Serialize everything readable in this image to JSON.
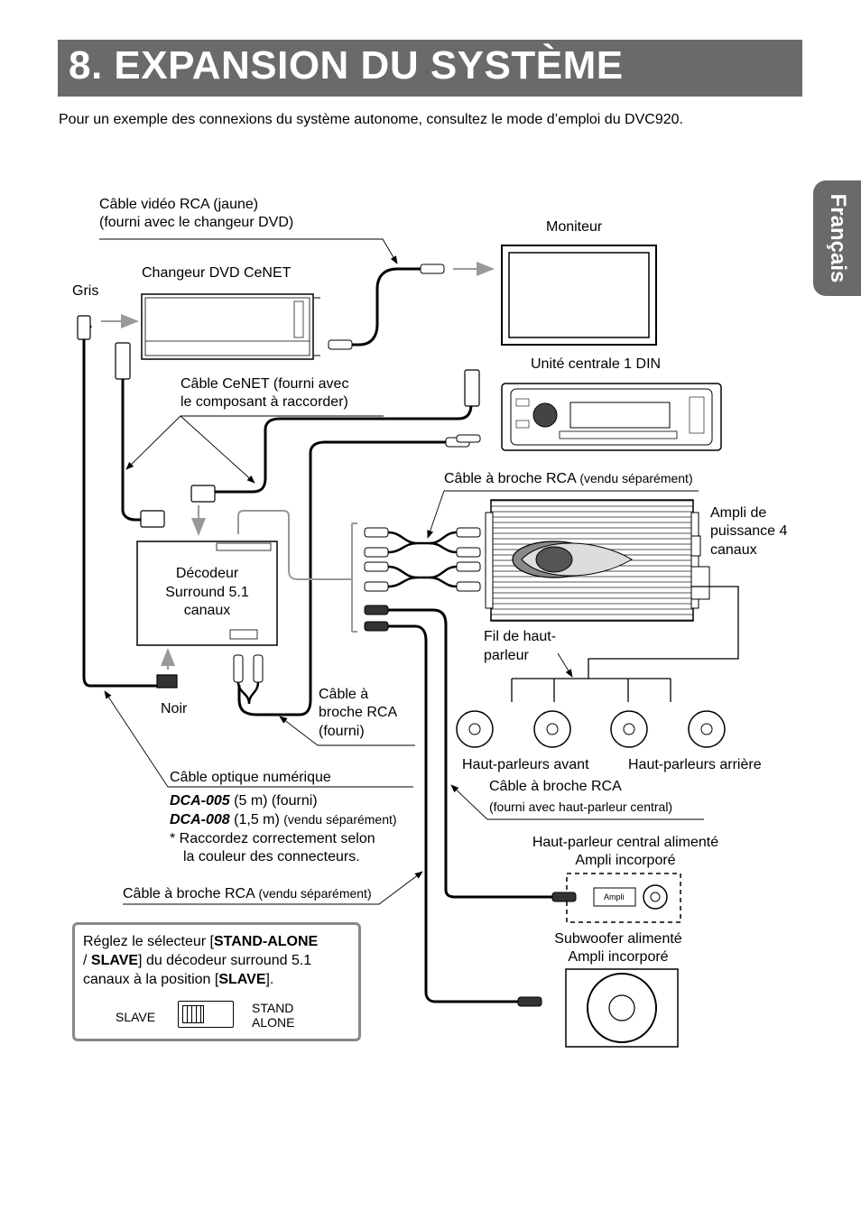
{
  "header": {
    "title": "8. EXPANSION DU SYSTÈME",
    "language_tab": "Français",
    "intro": "Pour un exemple des connexions du système autonome, consultez le mode d’emploi du DVC920."
  },
  "labels": {
    "video_cable_1": "Câble vidéo RCA (jaune)",
    "video_cable_2": "(fourni avec le changeur DVD)",
    "monitor": "Moniteur",
    "dvd_changer": "Changeur DVD CeNET",
    "gris": "Gris",
    "head_unit": "Unité centrale 1 DIN",
    "cenet_cable_1": "Câble CeNET (fourni avec",
    "cenet_cable_2": "le composant à raccorder)",
    "rca_pin_sep": "Câble à broche RCA",
    "vendu_separement": "(vendu séparément)",
    "amp_1": "Ampli de",
    "amp_2": "puissance 4",
    "amp_3": "canaux",
    "decoder_1": "Décodeur",
    "decoder_2": "Surround 5.1",
    "decoder_3": "canaux",
    "speaker_wire_1": "Fil de haut-",
    "speaker_wire_2": "parleur",
    "noir": "Noir",
    "rca_supplied_1": "Câble à",
    "rca_supplied_2": "broche RCA",
    "rca_supplied_3": "(fourni)",
    "front_speakers": "Haut-parleurs avant",
    "rear_speakers": "Haut-parleurs arrière",
    "optical_cable": "Câble optique numérique",
    "dca005_model": "DCA-005",
    "dca005_spec": "(5 m) (fourni)",
    "dca008_model": "DCA-008",
    "dca008_spec": "(1,5 m)",
    "note_1": "*  Raccordez correctement selon",
    "note_2": "la couleur des connecteurs.",
    "rca_center_1": "Câble à broche RCA",
    "rca_center_2": "(fourni avec haut-parleur central)",
    "center_speaker_1": "Haut-parleur central alimenté",
    "center_speaker_2": "Ampli incorporé",
    "ampli_badge": "Ampli",
    "rca_sep_2": "Câble à broche RCA",
    "subwoofer_1": "Subwoofer alimenté",
    "subwoofer_2": "Ampli incorporé"
  },
  "instruction_box": {
    "line1_pre": "Réglez le sélecteur [",
    "line1_bold": "STAND-ALONE",
    "line2_pre": "/ ",
    "line2_bold": "SLAVE",
    "line2_post": "] du décodeur surround 5.1",
    "line3_pre": "canaux à la position [",
    "line3_bold": "SLAVE",
    "line3_post": "].",
    "switch_left": "SLAVE",
    "switch_right_1": "STAND",
    "switch_right_2": "ALONE"
  },
  "colors": {
    "header_bg": "#6a6a6a",
    "line": "#000000",
    "gray_line": "#999999"
  }
}
